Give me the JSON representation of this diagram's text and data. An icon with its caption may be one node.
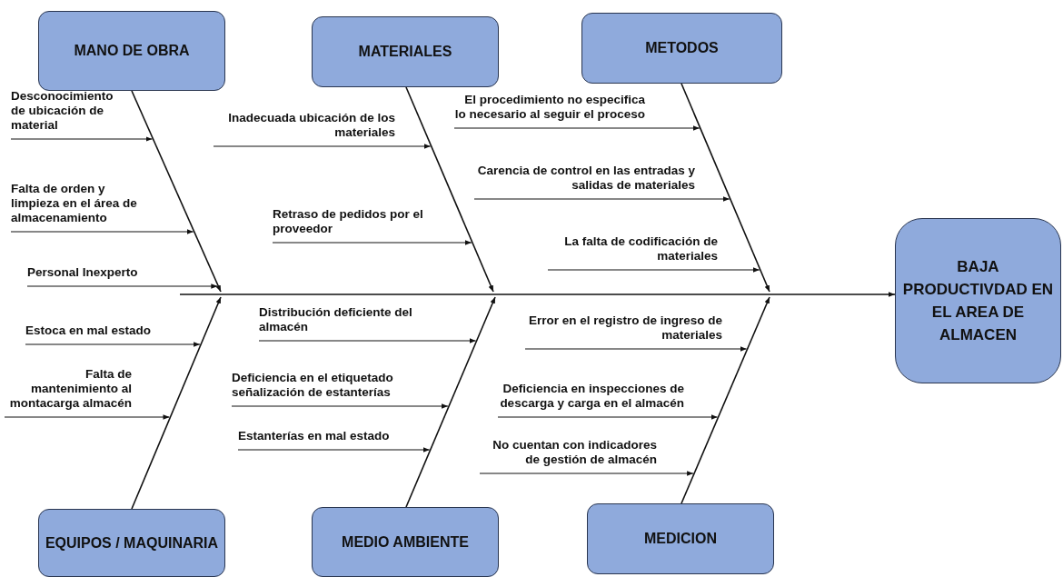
{
  "diagram": {
    "nodes": [
      {
        "text": [
          "MANO DE OBRA"
        ]
      },
      {
        "text": [
          "MATERIALES"
        ]
      },
      {
        "text": [
          "METODOS"
        ]
      },
      {
        "text": [
          "EQUIPOS / MAQUINARIA"
        ]
      },
      {
        "text": [
          "MEDIO AMBIENTE"
        ]
      },
      {
        "text": [
          "MEDICION"
        ]
      },
      {
        "text": [
          "BAJA PRODUCTIVDAD EN EL AREA DE ALMACEN"
        ]
      },
      {
        "text": [
          "Desconocimiento de ubicación de material"
        ]
      },
      {
        "text": [
          "Falta de orden y limpieza en el área de almacenamiento"
        ]
      },
      {
        "text": [
          "Personal Inexperto"
        ]
      },
      {
        "text": [
          "Inadecuada ubicación de los materiales"
        ]
      },
      {
        "text": [
          "Retraso de pedidos por el proveedor"
        ]
      },
      {
        "text": [
          "El procedimiento no especifica lo necesario al seguir el proceso"
        ]
      },
      {
        "text": [
          "Carencia de control en las entradas y salidas de materiales"
        ]
      },
      {
        "text": [
          "La falta de codificación de materiales"
        ]
      },
      {
        "text": [
          "Estoca en mal estado"
        ]
      },
      {
        "text": [
          "Falta de mantenimiento al montacarga almacén"
        ]
      },
      {
        "text": [
          "Distribución deficiente del almacén"
        ]
      },
      {
        "text": [
          "Deficiencia en el etiquetado señalización de estanterías"
        ]
      },
      {
        "text": [
          "Estanterías en mal estado"
        ]
      },
      {
        "text": [
          "Error en el registro de ingreso de materiales"
        ]
      },
      {
        "text": [
          "Deficiencia en inspecciones de descarga y carga en el almacén"
        ]
      },
      {
        "text": [
          "No cuentan con indicadores de gestión de almacén"
        ]
      }
    ],
    "edges": [
      {
        "from": null,
        "to": 6,
        "arrow": "to"
      },
      {
        "from": 0,
        "to": null,
        "arrow": "to"
      },
      {
        "from": 1,
        "to": null,
        "arrow": "to"
      },
      {
        "from": 2,
        "to": null,
        "arrow": "to"
      },
      {
        "from": 3,
        "to": null,
        "arrow": "to"
      },
      {
        "from": 4,
        "to": null,
        "arrow": "to"
      },
      {
        "from": 5,
        "to": null,
        "arrow": "to"
      },
      {
        "from": 7,
        "to": null,
        "arrow": "to"
      },
      {
        "from": 8,
        "to": null,
        "arrow": "to"
      },
      {
        "from": 9,
        "to": null,
        "arrow": "to"
      },
      {
        "from": 10,
        "to": null,
        "arrow": "to"
      },
      {
        "from": 11,
        "to": null,
        "arrow": "to"
      },
      {
        "from": 12,
        "to": null,
        "arrow": "to"
      },
      {
        "from": 13,
        "to": null,
        "arrow": "to"
      },
      {
        "from": 14,
        "to": null,
        "arrow": "to"
      },
      {
        "from": 15,
        "to": null,
        "arrow": "to"
      },
      {
        "from": 16,
        "to": null,
        "arrow": "to"
      },
      {
        "from": 17,
        "to": null,
        "arrow": "to"
      },
      {
        "from": 18,
        "to": null,
        "arrow": "to"
      },
      {
        "from": 19,
        "to": null,
        "arrow": "to"
      },
      {
        "from": 20,
        "to": null,
        "arrow": "to"
      },
      {
        "from": 21,
        "to": null,
        "arrow": "to"
      },
      {
        "from": 22,
        "to": null,
        "arrow": "to"
      }
    ]
  }
}
